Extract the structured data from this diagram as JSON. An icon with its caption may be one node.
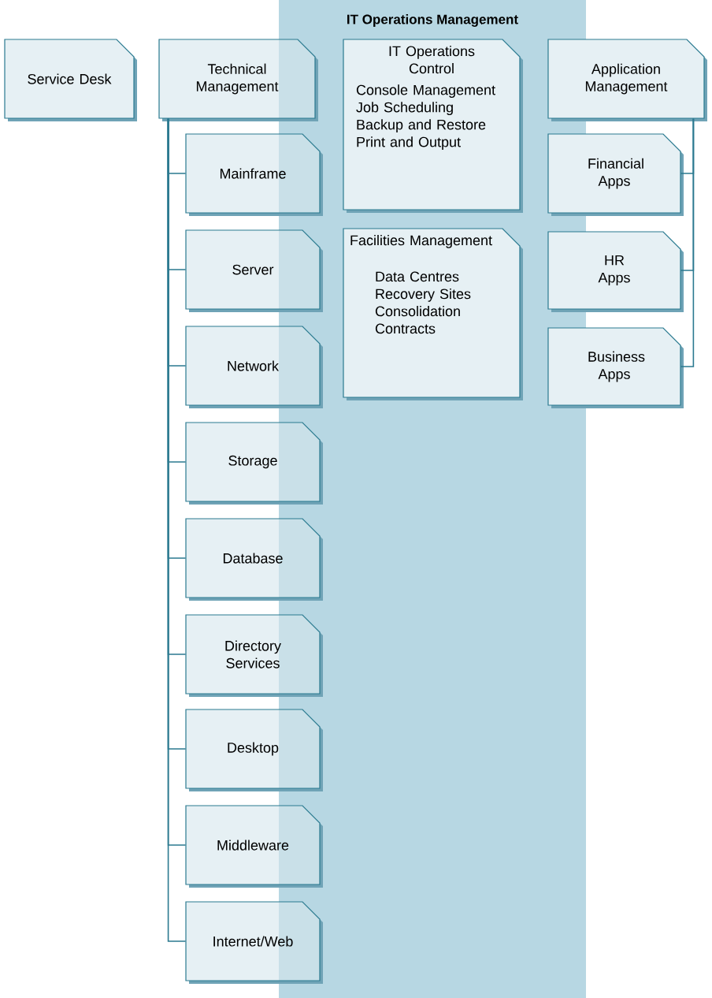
{
  "diagram": {
    "nodes": [
      {
        "text": [
          "IT Operations Management"
        ]
      },
      {
        "text": [
          "Service Desk"
        ]
      },
      {
        "text": [
          "Technical Management"
        ]
      },
      {
        "text": [
          "Mainframe"
        ]
      },
      {
        "text": [
          "Server"
        ]
      },
      {
        "text": [
          "Network"
        ]
      },
      {
        "text": [
          "Storage"
        ]
      },
      {
        "text": [
          "Database"
        ]
      },
      {
        "text": [
          "Directory Services"
        ]
      },
      {
        "text": [
          "Desktop"
        ]
      },
      {
        "text": [
          "Middleware"
        ]
      },
      {
        "text": [
          "Internet/Web"
        ]
      },
      {
        "text": [
          "IT Operations Control",
          "Console Management",
          "Job Scheduling",
          "Backup and Restore",
          "Print and Output"
        ],
        "in": 0
      },
      {
        "text": [
          "Facilities Management",
          "Data Centres",
          "Recovery Sites",
          "Consolidation",
          "Contracts"
        ],
        "in": 0
      },
      {
        "text": [
          "Application Management"
        ]
      },
      {
        "text": [
          "Financial Apps"
        ]
      },
      {
        "text": [
          "HR Apps"
        ]
      },
      {
        "text": [
          "Business Apps"
        ]
      }
    ],
    "edges": [
      {
        "from": 2,
        "to": 3,
        "arrow": "none"
      },
      {
        "from": 2,
        "to": 4,
        "arrow": "none"
      },
      {
        "from": 2,
        "to": 5,
        "arrow": "none"
      },
      {
        "from": 2,
        "to": 6,
        "arrow": "none"
      },
      {
        "from": 2,
        "to": 7,
        "arrow": "none"
      },
      {
        "from": 2,
        "to": 8,
        "arrow": "none"
      },
      {
        "from": 2,
        "to": 9,
        "arrow": "none"
      },
      {
        "from": 2,
        "to": 10,
        "arrow": "none"
      },
      {
        "from": 2,
        "to": 11,
        "arrow": "none"
      },
      {
        "from": 14,
        "to": 15,
        "arrow": "none"
      },
      {
        "from": 14,
        "to": 16,
        "arrow": "none"
      },
      {
        "from": 14,
        "to": 17,
        "arrow": "none"
      }
    ]
  }
}
